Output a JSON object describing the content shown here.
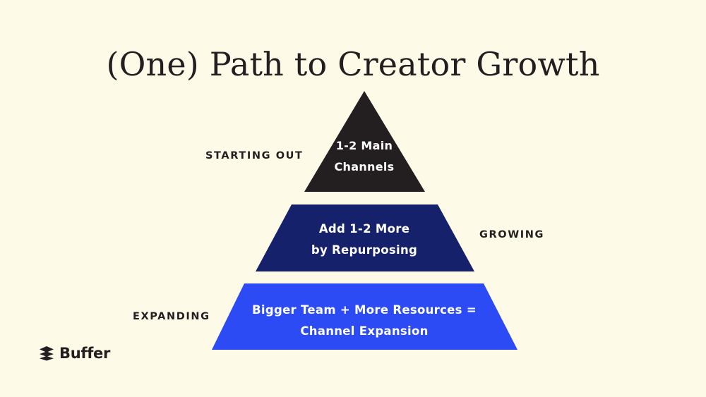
{
  "slide": {
    "title": "(One) Path to Creator Growth",
    "background_color": "#FDFAE8",
    "text_color": "#231F20"
  },
  "pyramid": {
    "tiers": [
      {
        "id": "starting-out",
        "stage_label": "STARTING OUT",
        "stage_label_side": "left",
        "lines": [
          "1-2 Main",
          "Channels"
        ],
        "shape": "triangle",
        "color": "#231F20",
        "text_color": "#FFFFFF"
      },
      {
        "id": "growing",
        "stage_label": "GROWING",
        "stage_label_side": "right",
        "lines": [
          "Add 1-2 More",
          "by Repurposing"
        ],
        "shape": "trapezoid",
        "color": "#15226B",
        "text_color": "#FFFFFF"
      },
      {
        "id": "expanding",
        "stage_label": "EXPANDING",
        "stage_label_side": "left",
        "lines": [
          "Bigger Team + More Resources =",
          "Channel Expansion"
        ],
        "shape": "trapezoid",
        "color": "#2C4BF5",
        "text_color": "#FFFFFF"
      }
    ]
  },
  "brand": {
    "name": "Buffer",
    "mark_icon": "stacked-layers-icon",
    "color": "#231F20"
  }
}
